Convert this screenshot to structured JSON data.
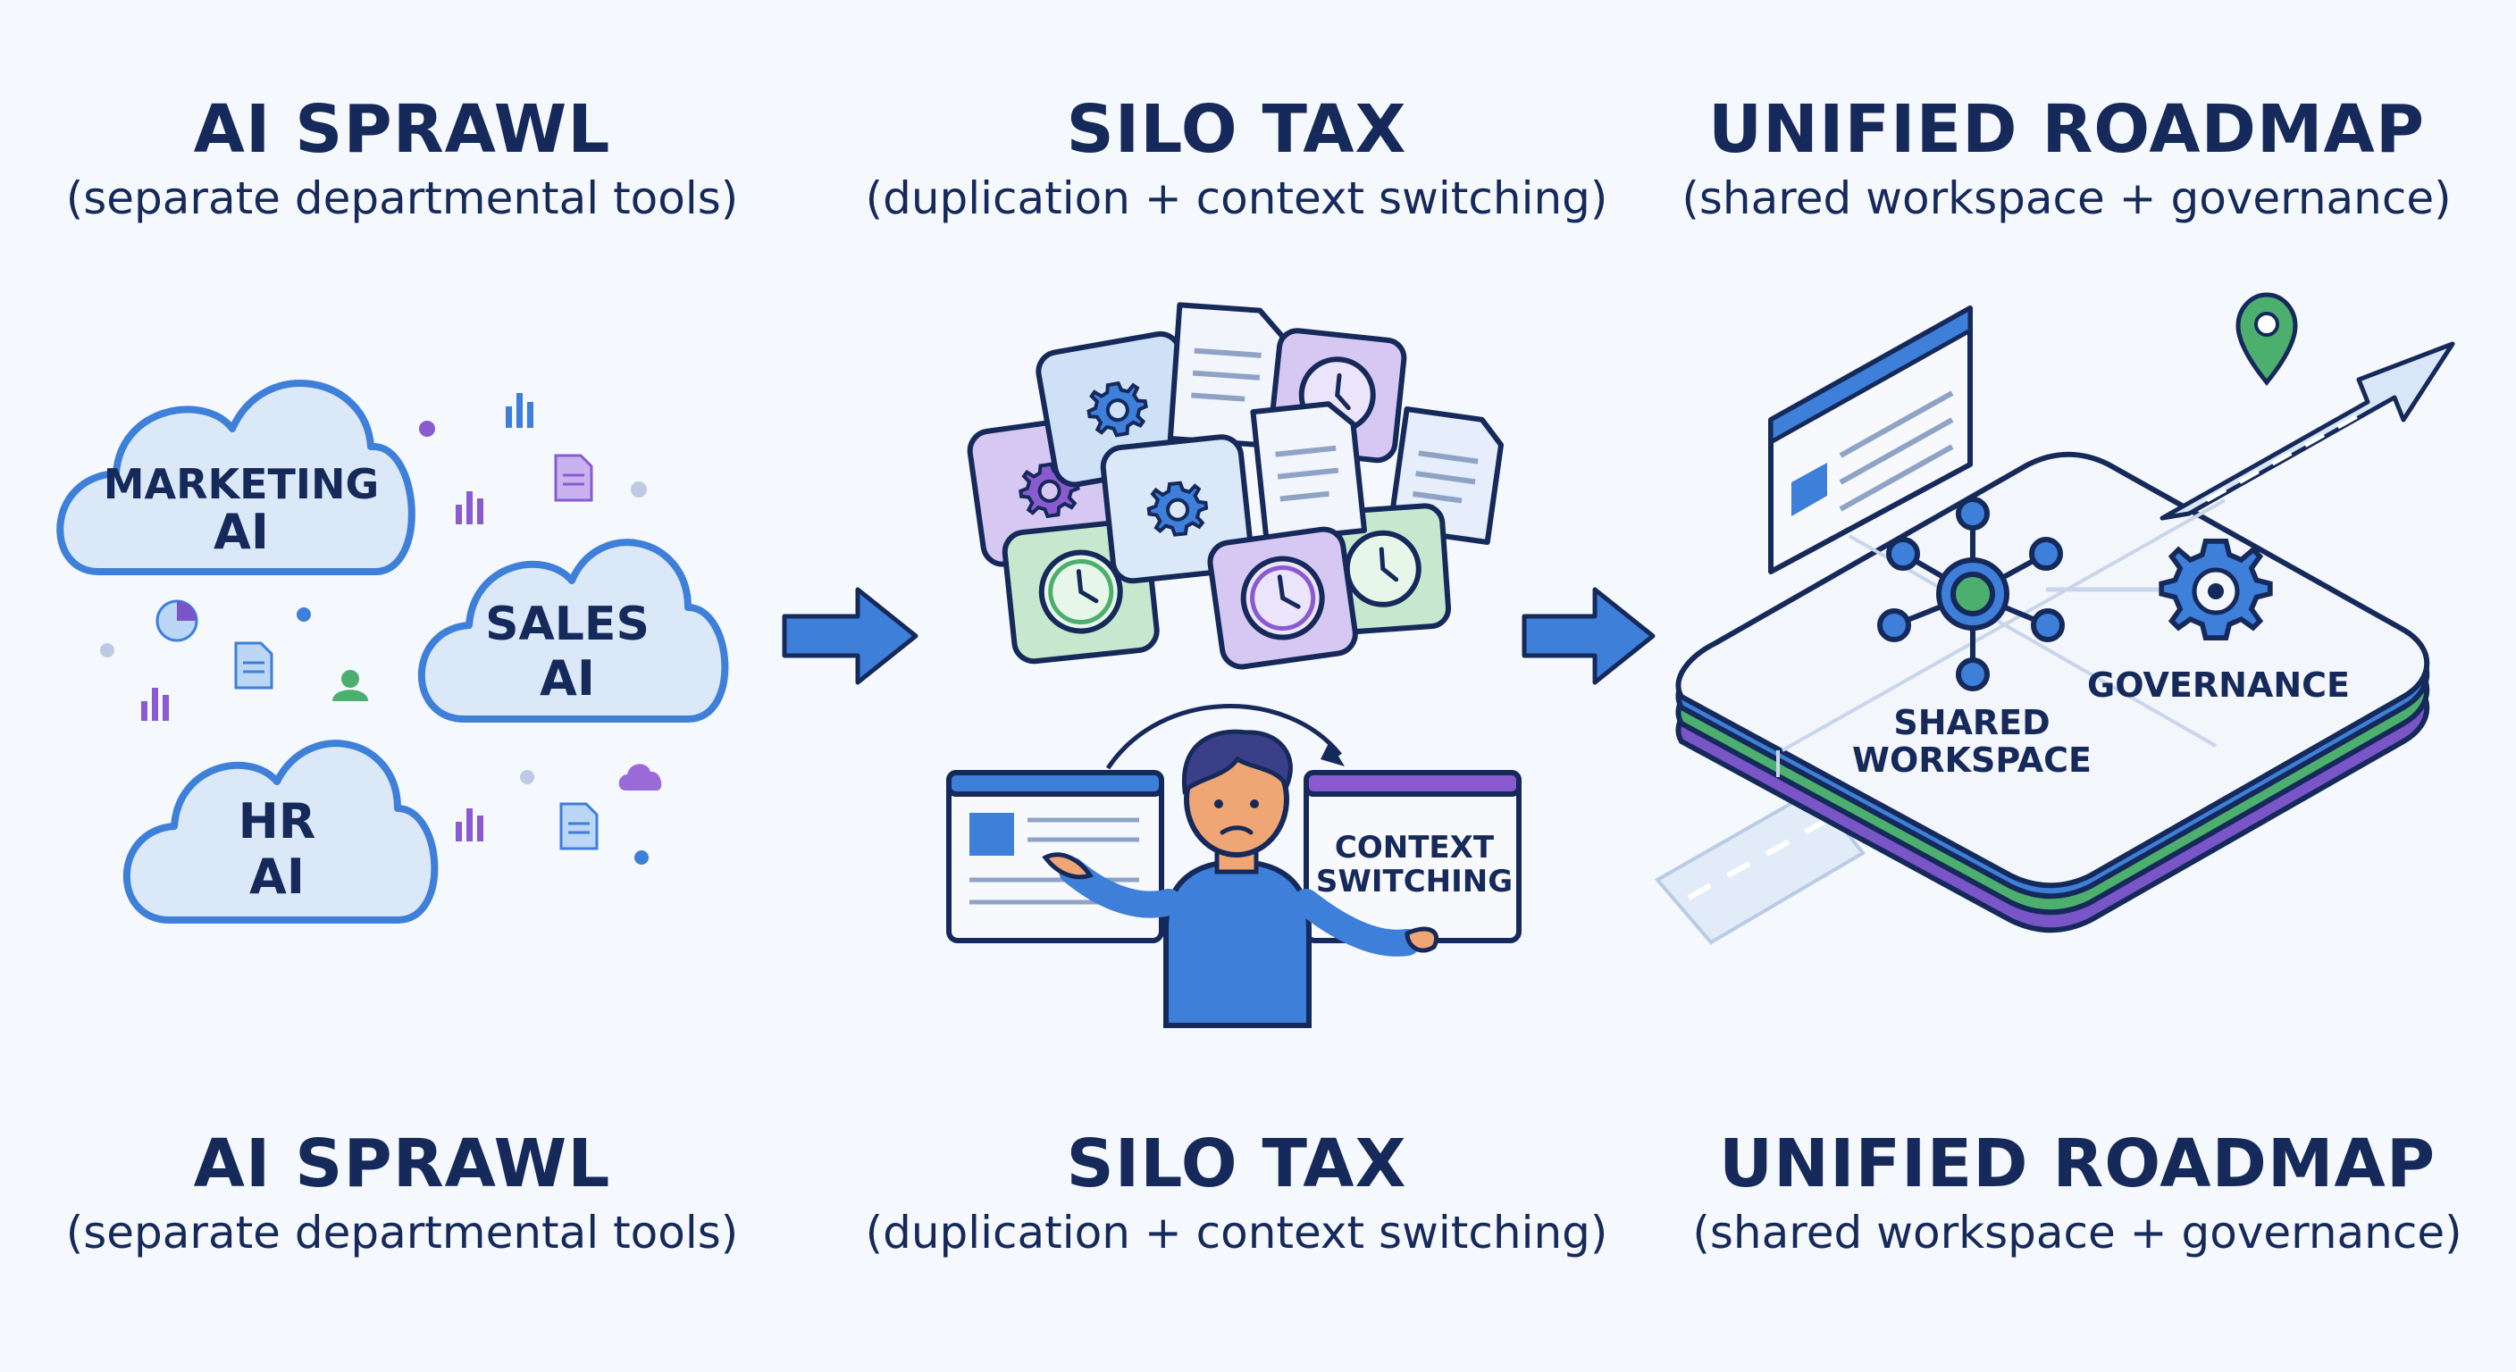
{
  "top": [
    {
      "title": "AI SPRAWL",
      "subtitle": "(separate departmental tools)"
    },
    {
      "title": "SILO TAX",
      "subtitle": "(duplication + context switching)"
    },
    {
      "title": "UNIFIED ROADMAP",
      "subtitle": "(shared workspace + governance)"
    }
  ],
  "bottom": [
    {
      "title": "AI SPRAWL",
      "subtitle": "(separate departmental tools)"
    },
    {
      "title": "SILO TAX",
      "subtitle": "(duplication + context switching)"
    },
    {
      "title": "UNIFIED ROADMAP",
      "subtitle": "(shared workspace + governance)"
    }
  ],
  "sprawl": {
    "clouds": [
      {
        "line1": "MARKETING",
        "line2": "AI"
      },
      {
        "line1": "SALES",
        "line2": "AI"
      },
      {
        "line1": "HR",
        "line2": "AI"
      }
    ]
  },
  "silo": {
    "context_line1": "CONTEXT",
    "context_line2": "SWITCHING"
  },
  "unified": {
    "workspace_line1": "SHARED",
    "workspace_line2": "WORKSPACE",
    "governance": "GOVERNANCE"
  },
  "colors": {
    "navy": "#15295a",
    "blue": "#3d7fd9",
    "cloud_fill": "#dbe8f8",
    "purple": "#7a55c8",
    "green": "#4caf6e",
    "background": "#f5f8fc"
  }
}
